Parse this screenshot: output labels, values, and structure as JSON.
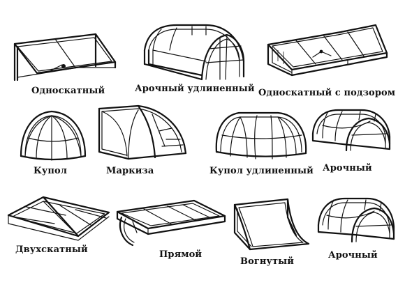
{
  "canopies": [
    {
      "id": "single-slope",
      "label": "Односкатный"
    },
    {
      "id": "arched-elongated",
      "label": "Арочный удлиненный"
    },
    {
      "id": "single-slope-soffit",
      "label": "Односкатный с подзором"
    },
    {
      "id": "dome",
      "label": "Купол"
    },
    {
      "id": "awning",
      "label": "Маркиза"
    },
    {
      "id": "dome-elongated",
      "label": "Купол удлиненный"
    },
    {
      "id": "arched-1",
      "label": "Арочный"
    },
    {
      "id": "gable",
      "label": "Двухскатный"
    },
    {
      "id": "straight",
      "label": "Прямой"
    },
    {
      "id": "concave",
      "label": "Вогнутый"
    },
    {
      "id": "arched-2",
      "label": "Арочный"
    }
  ],
  "colors": {
    "ink": "#111111",
    "background": "#ffffff"
  }
}
